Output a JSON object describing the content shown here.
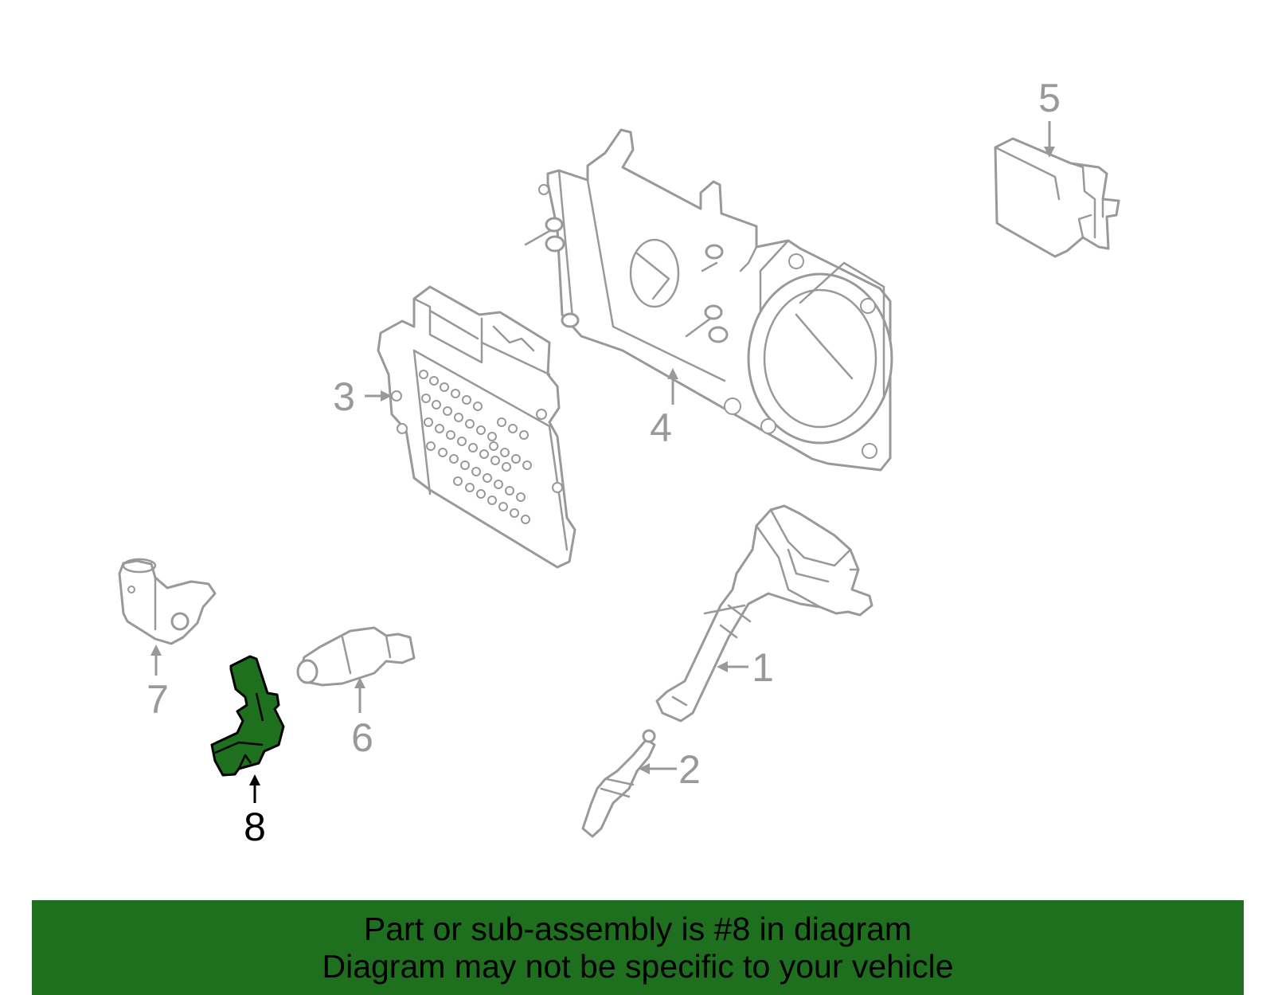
{
  "diagram": {
    "callouts": [
      "1",
      "2",
      "3",
      "4",
      "5",
      "6",
      "7",
      "8"
    ],
    "highlighted_callout": "8",
    "colors": {
      "part_stroke": "#999999",
      "highlight_fill": "#1e6f1e",
      "highlight_stroke": "#000000",
      "banner": "#1e6f1e"
    }
  },
  "banner": {
    "line1": "Part or sub-assembly is #8 in diagram",
    "line2": "Diagram may not be specific to your vehicle"
  }
}
